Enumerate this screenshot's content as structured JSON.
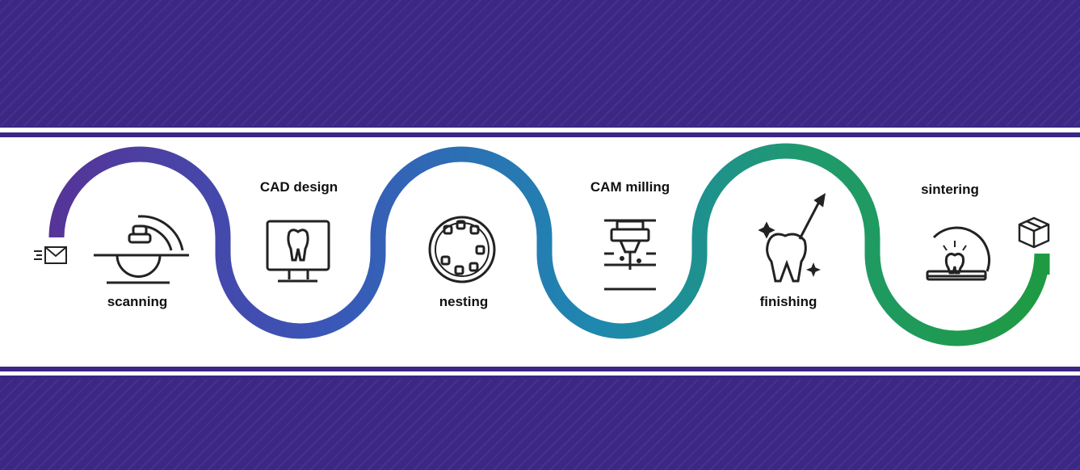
{
  "steps": [
    {
      "label": "scanning",
      "icon": "scanner-icon"
    },
    {
      "label": "CAD design",
      "icon": "monitor-tooth-icon"
    },
    {
      "label": "nesting",
      "icon": "nesting-disc-icon"
    },
    {
      "label": "CAM milling",
      "icon": "milling-spindle-icon"
    },
    {
      "label": "finishing",
      "icon": "tooth-brush-icon"
    },
    {
      "label": "sintering",
      "icon": "sintering-furnace-icon"
    }
  ],
  "start_icon": "email-icon",
  "end_icon": "package-icon",
  "colors": {
    "background": "#3c2785",
    "path_start": "#5b2d91",
    "path_mid": "#1e88b0",
    "path_end": "#1f9a3c"
  }
}
